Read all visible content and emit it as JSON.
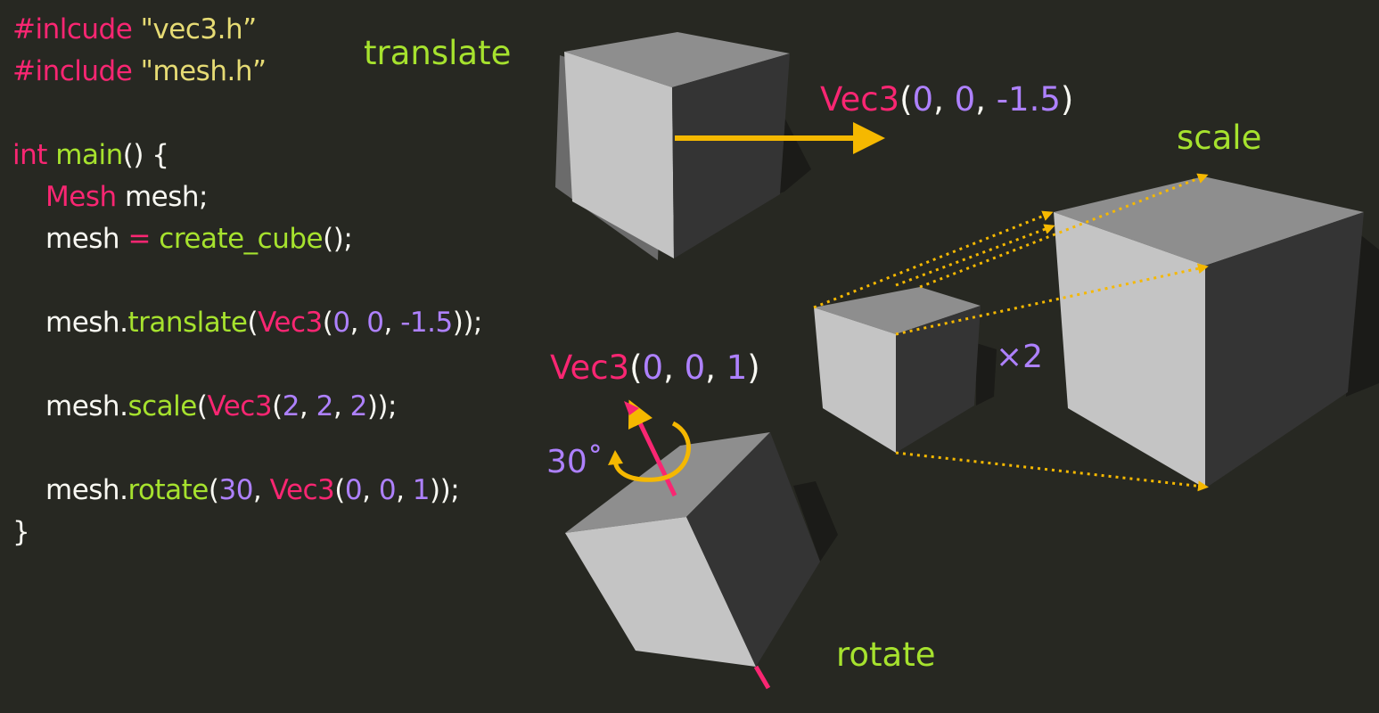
{
  "code": {
    "lines": [
      [
        {
          "t": "#inlcude ",
          "c": "pink"
        },
        {
          "t": "\"vec3.h”",
          "c": "yellow"
        }
      ],
      [
        {
          "t": "#include ",
          "c": "pink"
        },
        {
          "t": "\"mesh.h”",
          "c": "yellow"
        }
      ],
      [],
      [
        {
          "t": "int ",
          "c": "pink"
        },
        {
          "t": "main",
          "c": "green"
        },
        {
          "t": "() {",
          "c": "plain"
        }
      ],
      [
        {
          "t": "Mesh ",
          "c": "pink",
          "indent": true
        },
        {
          "t": "mesh;",
          "c": "plain"
        }
      ],
      [
        {
          "t": "mesh ",
          "c": "plain",
          "indent": true
        },
        {
          "t": "= ",
          "c": "pink"
        },
        {
          "t": "create_cube",
          "c": "green"
        },
        {
          "t": "();",
          "c": "plain"
        }
      ],
      [],
      [
        {
          "t": "mesh.",
          "c": "plain",
          "indent": true
        },
        {
          "t": "translate",
          "c": "green"
        },
        {
          "t": "(",
          "c": "plain"
        },
        {
          "t": "Vec3",
          "c": "pink"
        },
        {
          "t": "(",
          "c": "plain"
        },
        {
          "t": "0",
          "c": "purple"
        },
        {
          "t": ", ",
          "c": "plain"
        },
        {
          "t": "0",
          "c": "purple"
        },
        {
          "t": ", ",
          "c": "plain"
        },
        {
          "t": "-1.5",
          "c": "purple"
        },
        {
          "t": "));",
          "c": "plain"
        }
      ],
      [],
      [
        {
          "t": "mesh.",
          "c": "plain",
          "indent": true
        },
        {
          "t": "scale",
          "c": "green"
        },
        {
          "t": "(",
          "c": "plain"
        },
        {
          "t": "Vec3",
          "c": "pink"
        },
        {
          "t": "(",
          "c": "plain"
        },
        {
          "t": "2",
          "c": "purple"
        },
        {
          "t": ", ",
          "c": "plain"
        },
        {
          "t": "2",
          "c": "purple"
        },
        {
          "t": ", ",
          "c": "plain"
        },
        {
          "t": "2",
          "c": "purple"
        },
        {
          "t": "));",
          "c": "plain"
        }
      ],
      [],
      [
        {
          "t": "mesh.",
          "c": "plain",
          "indent": true
        },
        {
          "t": "rotate",
          "c": "green"
        },
        {
          "t": "(",
          "c": "plain"
        },
        {
          "t": "30",
          "c": "purple"
        },
        {
          "t": ", ",
          "c": "plain"
        },
        {
          "t": "Vec3",
          "c": "pink"
        },
        {
          "t": "(",
          "c": "plain"
        },
        {
          "t": "0",
          "c": "purple"
        },
        {
          "t": ", ",
          "c": "plain"
        },
        {
          "t": "0",
          "c": "purple"
        },
        {
          "t": ", ",
          "c": "plain"
        },
        {
          "t": "1",
          "c": "purple"
        },
        {
          "t": "));",
          "c": "plain"
        }
      ],
      [
        {
          "t": "}",
          "c": "plain"
        }
      ]
    ]
  },
  "labels": {
    "translate": "translate",
    "scale": "scale",
    "rotate": "rotate",
    "times_two": "×2",
    "degrees": "30˚"
  },
  "vec_translate": {
    "name": "Vec3",
    "open": "(",
    "a": "0",
    "sep1": ", ",
    "b": "0",
    "sep2": ", ",
    "c": "-1.5",
    "close": ")"
  },
  "vec_rotate": {
    "name": "Vec3",
    "open": "(",
    "a": "0",
    "sep1": ", ",
    "b": "0",
    "sep2": ", ",
    "c": "1",
    "close": ")"
  },
  "colors": {
    "background": "#272822",
    "pink": "#f92672",
    "green": "#a6e22e",
    "purple": "#ae81ff",
    "yellow": "#e6db74",
    "arrow": "#f5b800",
    "cube_light": "#c4c4c4",
    "cube_top": "#8e8e8e",
    "cube_dark": "#343434"
  }
}
